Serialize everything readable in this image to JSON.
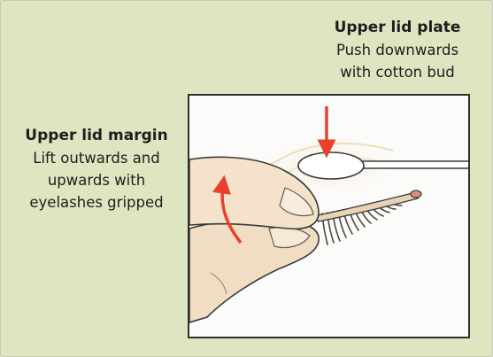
{
  "upper_lid_plate": {
    "heading": "Upper lid plate",
    "lines": [
      "Push downwards",
      "with cotton bud"
    ]
  },
  "upper_lid_margin": {
    "heading": "Upper lid margin",
    "lines": [
      "Lift outwards and",
      "upwards with",
      "eyelashes gripped"
    ]
  },
  "colors": {
    "background": "#dde6c0",
    "panel": "#fbfbf9",
    "arrow": "#e8402c",
    "skin": "#f1ddc3",
    "outline": "#303030"
  }
}
